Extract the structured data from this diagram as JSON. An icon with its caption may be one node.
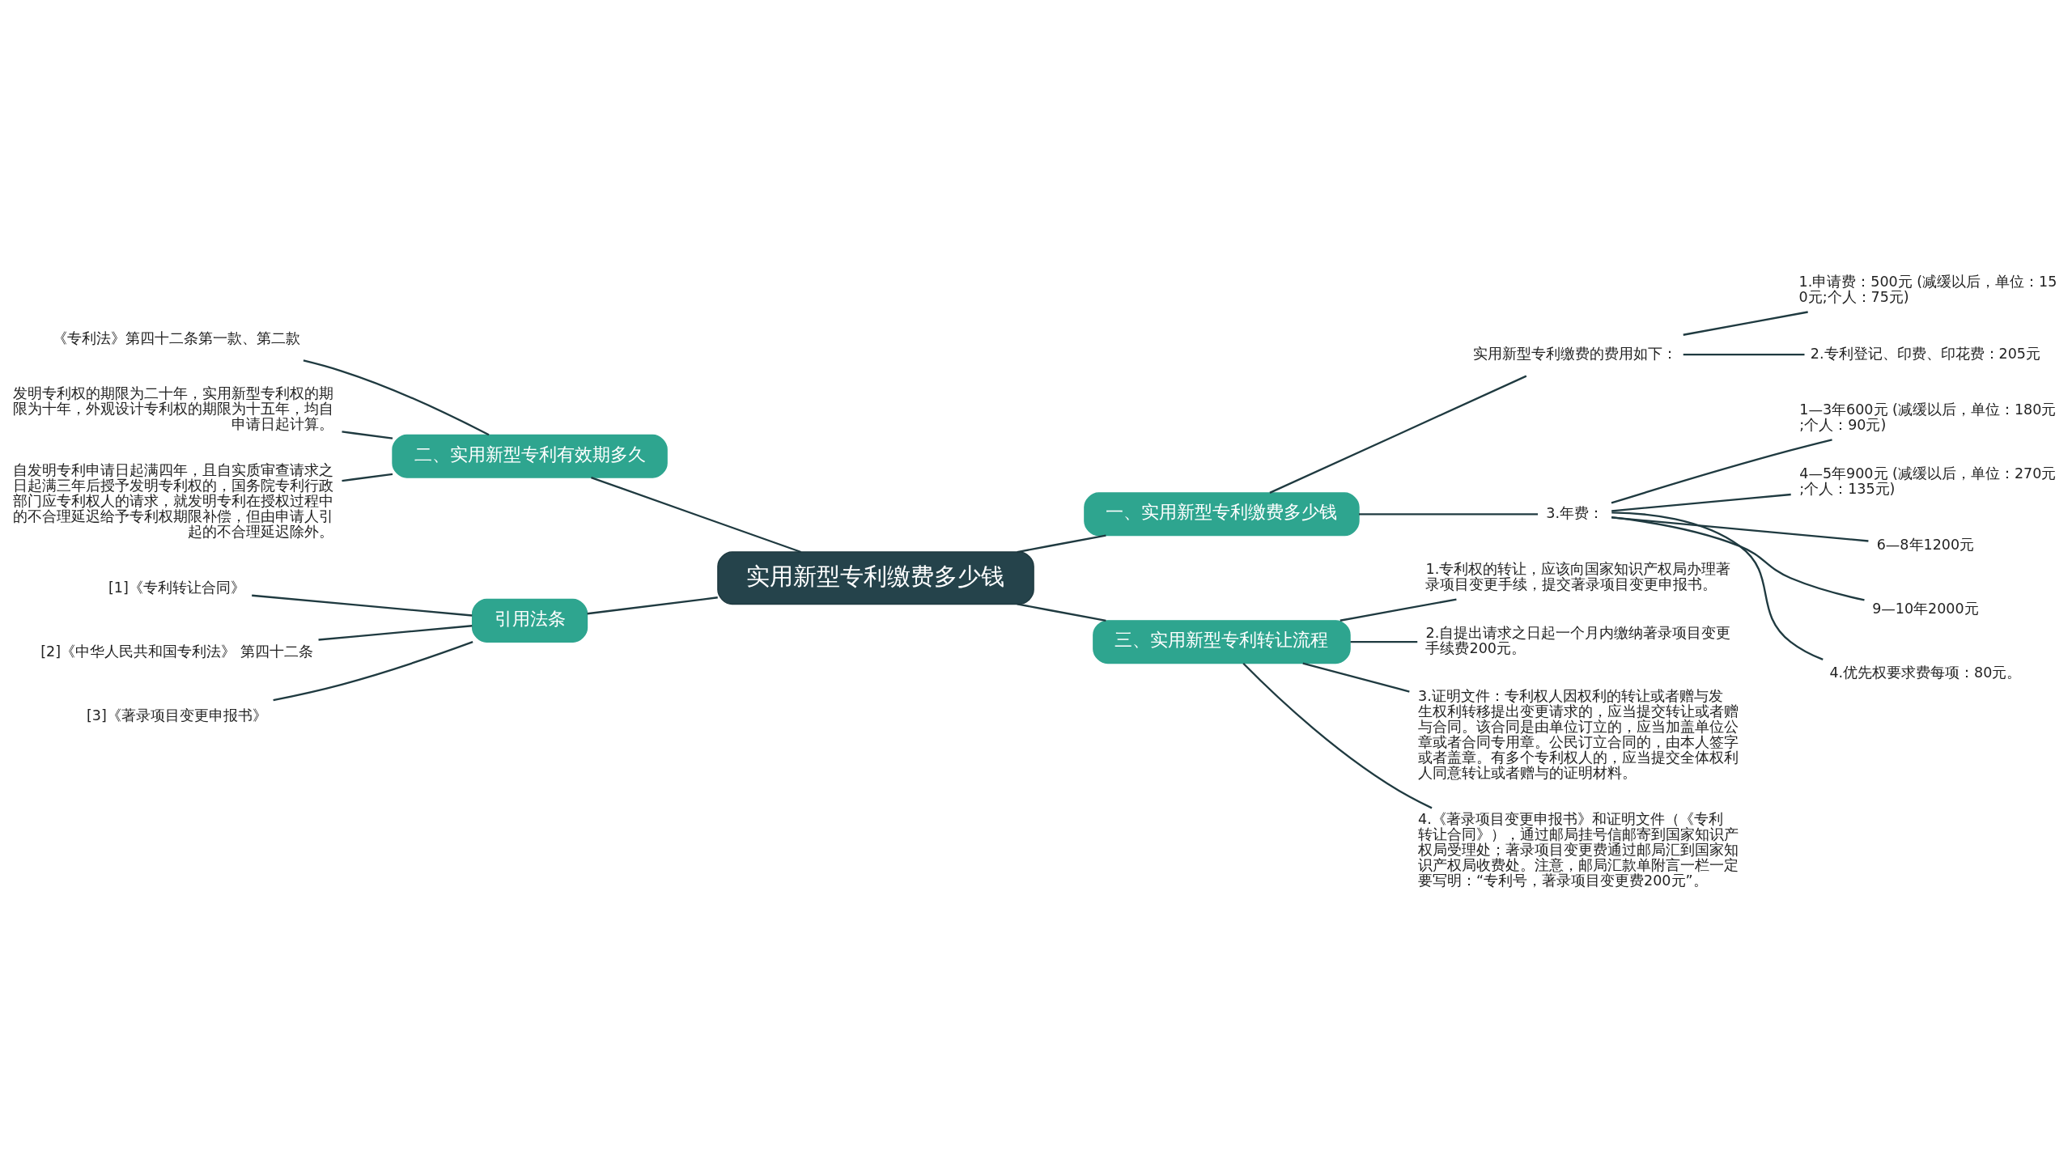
{
  "diagram": {
    "nodes": [
      {
        "text": [
          "实用新型专利缴费多少钱"
        ]
      },
      {
        "text": [
          "一、实用新型专利缴费多少钱"
        ]
      },
      {
        "text": [
          "实用新型专利缴费的费用如下："
        ]
      },
      {
        "text": [
          "1.申请费：500元 (减缓以后，单位：150元;个人：75元)"
        ]
      },
      {
        "text": [
          "2.专利登记、印费、印花费：205元"
        ]
      },
      {
        "text": [
          "3.年费："
        ]
      },
      {
        "text": [
          "1—3年600元 (减缓以后，单位：180元;个人：90元)"
        ]
      },
      {
        "text": [
          "4—5年900元 (减缓以后，单位：270元;个人：135元)"
        ]
      },
      {
        "text": [
          "6—8年1200元"
        ]
      },
      {
        "text": [
          "9—10年2000元"
        ]
      },
      {
        "text": [
          "4.优先权要求费每项：80元。"
        ]
      },
      {
        "text": [
          "二、实用新型专利有效期多久"
        ]
      },
      {
        "text": [
          "《专利法》第四十二条第一款、第二款"
        ]
      },
      {
        "text": [
          "发明专利权的期限为二十年，实用新型专利权的期限为十年，外观设计专利权的期限为十五年，均自申请日起计算。"
        ]
      },
      {
        "text": [
          "自发明专利申请日起满四年，且自实质审查请求之日起满三年后授予发明专利权的，国务院专利行政部门应专利权人的请求，就发明专利在授权过程中的不合理延迟给予专利权期限补偿，但由申请人引起的不合理延迟除外。"
        ]
      },
      {
        "text": [
          "引用法条"
        ]
      },
      {
        "text": [
          "[1]《专利转让合同》"
        ]
      },
      {
        "text": [
          "[2]《中华人民共和国专利法》 第四十二条"
        ]
      },
      {
        "text": [
          "[3]《著录项目变更申报书》"
        ]
      },
      {
        "text": [
          "三、实用新型专利转让流程"
        ]
      },
      {
        "text": [
          "1.专利权的转让，应该向国家知识产权局办理著录项目变更手续，提交著录项目变更申报书。"
        ]
      },
      {
        "text": [
          "2.自提出请求之日起一个月内缴纳著录项目变更手续费200元。"
        ]
      },
      {
        "text": [
          "3.证明文件：专利权人因权利的转让或者赠与发生权利转移提出变更请求的，应当提交转让或者赠与合同。该合同是由单位订立的，应当加盖单位公章或者合同专用章。公民订立合同的，由本人签字或者盖章。有多个专利权人的，应当提交全体权利人同意转让或者赠与的证明材料。"
        ]
      },
      {
        "text": [
          "4.《著录项目变更申报书》和证明文件（《专利转让合同》），通过邮局挂号信邮寄到国家知识产权局受理处；著录项目变更费通过邮局汇到国家知识产权局收费处。注意，邮局汇款单附言一栏一定要写明：“专利号，著录项目变更费200元”。"
        ]
      }
    ],
    "edges": [
      {
        "from": 0,
        "to": 1,
        "arrow": "none"
      },
      {
        "from": 1,
        "to": 2,
        "arrow": "none"
      },
      {
        "from": 2,
        "to": 3,
        "arrow": "none"
      },
      {
        "from": 2,
        "to": 4,
        "arrow": "none"
      },
      {
        "from": 1,
        "to": 5,
        "arrow": "none"
      },
      {
        "from": 5,
        "to": 6,
        "arrow": "none"
      },
      {
        "from": 5,
        "to": 7,
        "arrow": "none"
      },
      {
        "from": 5,
        "to": 8,
        "arrow": "none"
      },
      {
        "from": 5,
        "to": 9,
        "arrow": "none"
      },
      {
        "from": 5,
        "to": 10,
        "arrow": "none"
      },
      {
        "from": 0,
        "to": 11,
        "arrow": "none"
      },
      {
        "from": 11,
        "to": 12,
        "arrow": "none"
      },
      {
        "from": 11,
        "to": 13,
        "arrow": "none"
      },
      {
        "from": 11,
        "to": 14,
        "arrow": "none"
      },
      {
        "from": 0,
        "to": 15,
        "arrow": "none"
      },
      {
        "from": 15,
        "to": 16,
        "arrow": "none"
      },
      {
        "from": 15,
        "to": 17,
        "arrow": "none"
      },
      {
        "from": 15,
        "to": 18,
        "arrow": "none"
      },
      {
        "from": 0,
        "to": 19,
        "arrow": "none"
      },
      {
        "from": 19,
        "to": 20,
        "arrow": "none"
      },
      {
        "from": 19,
        "to": 21,
        "arrow": "none"
      },
      {
        "from": 19,
        "to": 22,
        "arrow": "none"
      },
      {
        "from": 19,
        "to": 23,
        "arrow": "none"
      }
    ]
  }
}
